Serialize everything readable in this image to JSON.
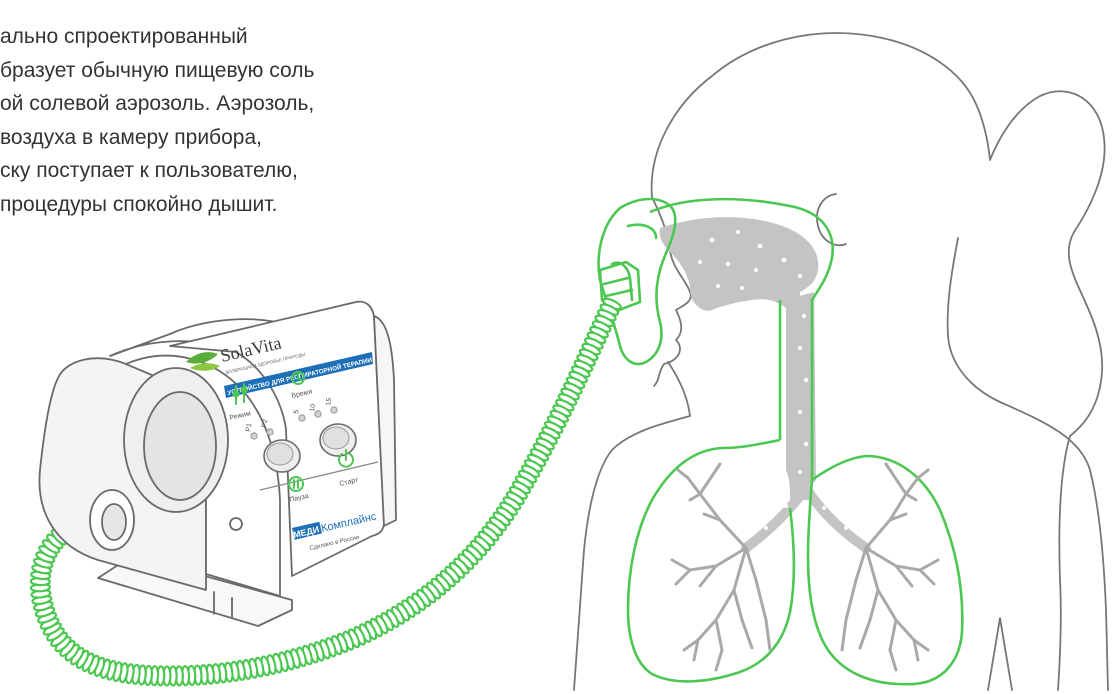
{
  "caption": {
    "lines": [
      "ально спроектированный",
      "бразует обычную пищевую соль",
      "ой солевой аэрозоль. Аэрозоль,",
      "воздуха в камеру прибора,",
      "ску поступает к пользователю,",
      "процедуры спокойно дышит."
    ]
  },
  "device": {
    "brand": "SolaVita",
    "brand_tagline": "ВОЗВРАЩАЕМ ЗДОРОВЬЕ ПРИРОДЫ",
    "banner": "УСТРОЙСТВО ДЛЯ РЕСПИРАТОРНОЙ ТЕРАПИИ",
    "mode_label": "Режим",
    "mode_options": [
      "P1",
      "P2"
    ],
    "time_label": "Время",
    "time_options": [
      "5",
      "10",
      "15"
    ],
    "pause_label": "Пауза",
    "start_label": "Старт",
    "maker_badge": "МЕДИ",
    "maker_name": "Комплайнс",
    "made_in": "Сделано в России"
  },
  "colors": {
    "accent_green": "#4cc752",
    "outline": "#777777",
    "airway_fill": "#c4c4c4",
    "banner_blue": "#1d6fb8",
    "brand_green": "#59ad3a"
  }
}
